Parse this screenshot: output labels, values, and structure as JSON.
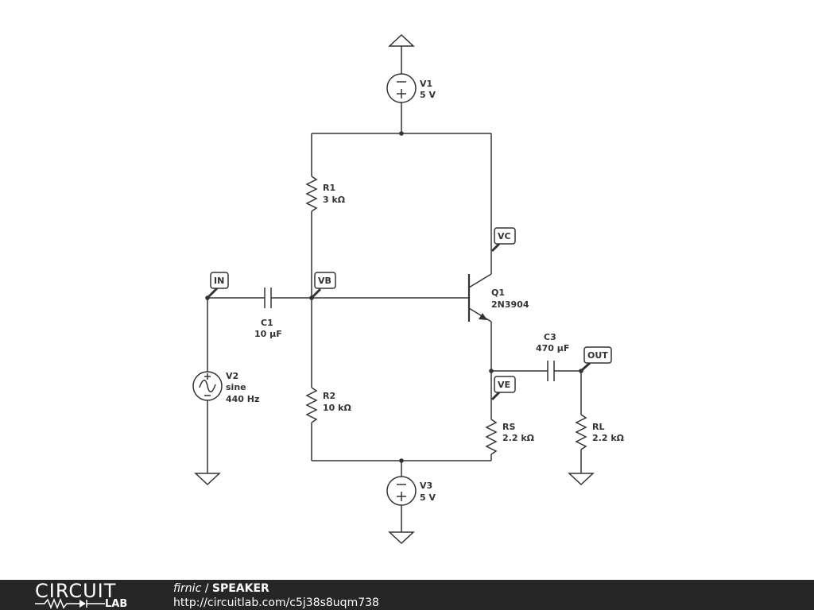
{
  "schematic": {
    "components": {
      "v1": {
        "name": "V1",
        "value": "5 V"
      },
      "v2": {
        "name": "V2",
        "value": "sine",
        "freq": "440 Hz"
      },
      "v3": {
        "name": "V3",
        "value": "5 V"
      },
      "r1": {
        "name": "R1",
        "value": "3 kΩ"
      },
      "r2": {
        "name": "R2",
        "value": "10 kΩ"
      },
      "rs": {
        "name": "RS",
        "value": "2.2 kΩ"
      },
      "rl": {
        "name": "RL",
        "value": "2.2 kΩ"
      },
      "c1": {
        "name": "C1",
        "value": "10 µF"
      },
      "c3": {
        "name": "C3",
        "value": "470 µF"
      },
      "q1": {
        "name": "Q1",
        "value": "2N3904"
      }
    },
    "nets": {
      "in": "IN",
      "vb": "VB",
      "vc": "VC",
      "ve": "VE",
      "out": "OUT"
    }
  },
  "footer": {
    "logo_top": "CIRCUIT",
    "logo_bottom": "LAB",
    "author": "firnic",
    "separator": " / ",
    "project": "SPEAKER",
    "url": "http://circuitlab.com/c5j38s8uqm738"
  }
}
